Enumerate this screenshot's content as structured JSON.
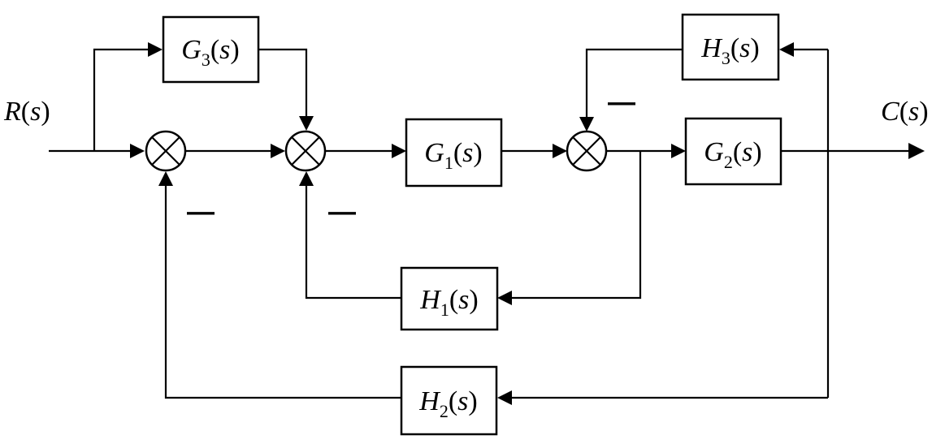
{
  "signals": {
    "input": {
      "name": "R",
      "arg": "s"
    },
    "output": {
      "name": "C",
      "arg": "s"
    }
  },
  "blocks": {
    "G1": {
      "name": "G",
      "sub": "1",
      "arg": "s"
    },
    "G2": {
      "name": "G",
      "sub": "2",
      "arg": "s"
    },
    "G3": {
      "name": "G",
      "sub": "3",
      "arg": "s"
    },
    "H1": {
      "name": "H",
      "sub": "1",
      "arg": "s"
    },
    "H2": {
      "name": "H",
      "sub": "2",
      "arg": "s"
    },
    "H3": {
      "name": "H",
      "sub": "3",
      "arg": "s"
    }
  },
  "signs": {
    "sum1_feedback": "—",
    "sum2_feedback": "—",
    "sum3_feedback": "—"
  }
}
